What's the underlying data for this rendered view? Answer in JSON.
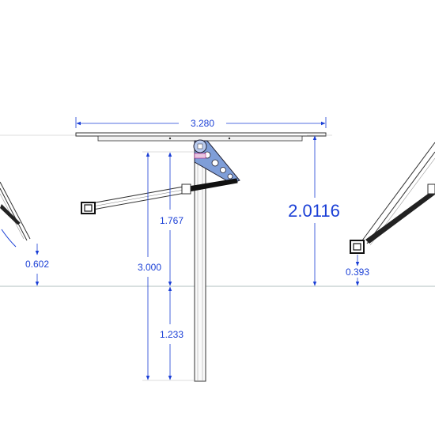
{
  "drawing": {
    "dimensions": {
      "overall_width": "3.280",
      "height_above_ground": "2.0116",
      "upper_pole_length": "1.767",
      "total_pole_length": "3.000",
      "lower_pole_length": "1.233",
      "left_clearance": "0.602",
      "right_clearance": "0.393"
    }
  },
  "colors": {
    "dimension": "#1a3fd6",
    "line": "#222222",
    "hinge_bracket": "#7f9ed8",
    "background": "#ffffff"
  }
}
